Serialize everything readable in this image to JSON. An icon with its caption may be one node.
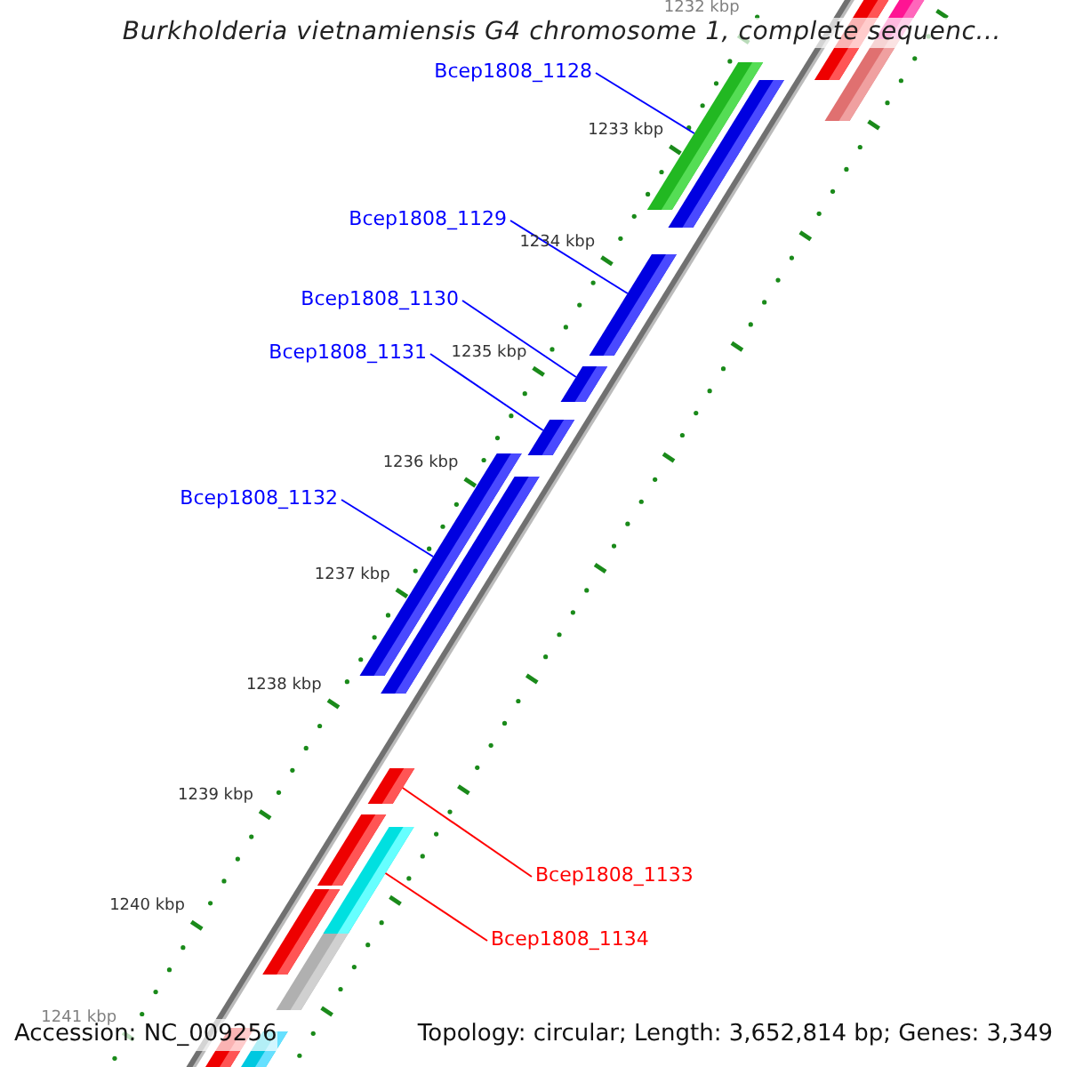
{
  "diagram": {
    "title": "Burkholderia vietnamiensis G4 chromosome 1, complete sequenc...",
    "nodes": [
      {
        "text": [
          "Bcep1808_1128"
        ]
      },
      {
        "text": [
          "Bcep1808_1129"
        ]
      },
      {
        "text": [
          "Bcep1808_1130"
        ]
      },
      {
        "text": [
          "Bcep1808_1131"
        ]
      },
      {
        "text": [
          "Bcep1808_1132"
        ]
      },
      {
        "text": [
          "Bcep1808_1133"
        ]
      },
      {
        "text": [
          "Bcep1808_1134"
        ]
      },
      {
        "text": [],
        "shape": "bar"
      },
      {
        "text": [],
        "shape": "bar"
      },
      {
        "text": [],
        "shape": "bar"
      },
      {
        "text": [],
        "shape": "bar"
      },
      {
        "text": [],
        "shape": "bar"
      },
      {
        "text": [],
        "shape": "bar"
      },
      {
        "text": [],
        "shape": "bar"
      }
    ],
    "edges": [
      {
        "from": 0,
        "to": 7,
        "arrow": "none"
      },
      {
        "from": 1,
        "to": 8,
        "arrow": "none"
      },
      {
        "from": 2,
        "to": 9,
        "arrow": "none"
      },
      {
        "from": 3,
        "to": 10,
        "arrow": "none"
      },
      {
        "from": 4,
        "to": 11,
        "arrow": "none"
      },
      {
        "from": 5,
        "to": 12,
        "arrow": "none",
        "color": "#ff0000"
      },
      {
        "from": 6,
        "to": 13,
        "arrow": "none",
        "color": "#ff0000"
      }
    ],
    "labels": [
      "1232 kbp",
      "1233 kbp",
      "1234 kbp",
      "1235 kbp",
      "1236 kbp",
      "1237 kbp",
      "1238 kbp",
      "1239 kbp",
      "1240 kbp",
      "1241 kbp",
      "Accession: NC_009256",
      "Topology: circular; Length: 3,652,814 bp; Genes: 3,349"
    ]
  }
}
